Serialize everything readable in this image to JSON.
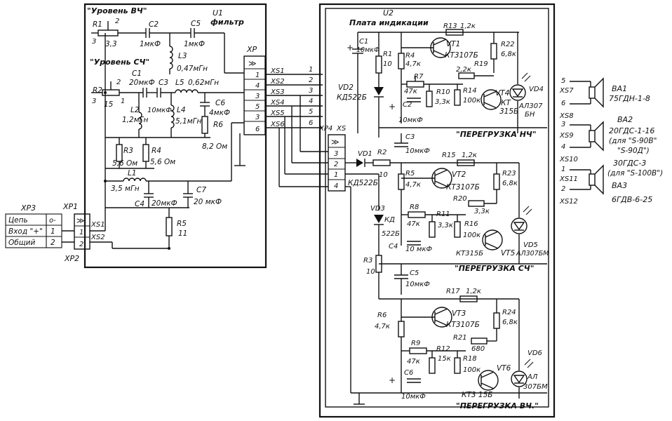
{
  "colors": {
    "ink": "#111111",
    "paper": "#ffffff"
  },
  "u1": {
    "ref": "U1",
    "name": "фильтр",
    "level_hf": "\"Уровень ВЧ\"",
    "level_mf": "\"Уровень СЧ\""
  },
  "u2": {
    "ref": "U2",
    "name": "Плата индикации"
  },
  "overload": {
    "lf": "\"ПЕРЕГРУЗКА НЧ\"",
    "mf": "\"ПЕРЕГРУЗКА СЧ\"",
    "hf": "\"ПЕРЕГРУЗКА ВЧ.\""
  },
  "connectors": {
    "xp3": "XP3",
    "xp1": "XP1",
    "xp2": "XP2",
    "xs1a": "XS1",
    "xs2a": "XS2",
    "xp": "XP",
    "xp4": "XP4",
    "xs": "XS",
    "xs_list": [
      "XS1",
      "XS2",
      "XS3",
      "XS4",
      "XS5",
      "XS6"
    ],
    "xp_pins": [
      "1",
      "4",
      "3",
      "5",
      "3",
      "6"
    ],
    "xs_out": [
      "1",
      "2",
      "3",
      "4",
      "5",
      "6"
    ],
    "xp4_pins": [
      "3",
      "2",
      "1",
      "4"
    ],
    "spk_sockets": [
      "XS7",
      "XS8",
      "XS9",
      "XS10",
      "XS11",
      "XS12"
    ],
    "spk_pins": [
      "5",
      "6",
      "3",
      "4",
      "1",
      "2"
    ]
  },
  "input_table": [
    {
      "label": "Цепь",
      "pin": "о-"
    },
    {
      "label": "Вход \"+\"",
      "pin": "1"
    },
    {
      "label": "Общий",
      "pin": "2"
    }
  ],
  "filter_parts": {
    "r1": "R1",
    "r1v": "3,3",
    "c2": "C2",
    "c2v": "1мкФ",
    "c5": "C5",
    "c5v": "1мкФ",
    "l3": "L3",
    "l3v": "0,47мГн",
    "c1": "C1",
    "c1v": "20мкФ",
    "r2": "R2",
    "r2v": "15",
    "c3": "C3",
    "l5": "L5",
    "l5v": "0,62мГн",
    "c6": "C6",
    "c6v": "4мкФ",
    "l2": "L2",
    "l2v": "1,2мГн",
    "c3v": "10мкФ",
    "l4": "L4",
    "l4v": "5,1мГн",
    "r6": "R6",
    "r6v": "8,2 Ом",
    "r3": "R3",
    "r3v": "5,6 Ом",
    "r4": "R4",
    "r4v": "5,6 Ом",
    "l1": "L1",
    "l1v": "3,5 мГн",
    "c4": "C4",
    "c4v": "20мкФ",
    "c7": "C7",
    "c7v": "20 мкФ",
    "r5": "R5",
    "r5v": "11",
    "pin2": "2",
    "pin3": "3",
    "pin1": "1"
  },
  "indicator_parts": {
    "c1": "C1",
    "c1v": "10мкФ",
    "r1": "R1",
    "r1v": "10",
    "vd2": "VD2",
    "vd2v": "КД522Б",
    "r4": "R4",
    "r4v": "4,7к",
    "r7": "R7",
    "r7v": "47к",
    "c2": "C2",
    "c2v": "10мкФ",
    "r10": "R10",
    "r10v": "3,3к",
    "r14": "R14",
    "r14v": "100к",
    "r13": "R13",
    "r13v": "1,2к",
    "vt1": "VT1",
    "vt1v": "КТ3107Б",
    "r22": "R22",
    "r22v": "6,8к",
    "r19": "R19",
    "r19v": "2,2к",
    "vt4": "VT4",
    "vt4a": "КТ",
    "vt4b": "315Б",
    "vd4": "VD4",
    "vd4a": "АЛ307",
    "vd4b": "БН",
    "c3": "C3",
    "c3v": "10мкФ",
    "vd1": "VD1",
    "r2": "R2",
    "r2v": "10",
    "vd1v": "КД522Б",
    "r15": "R15",
    "r15v": "1,2к",
    "vt2": "VT2",
    "vt2v": "КТ3107Б",
    "r23": "R23",
    "r23v": "6,8к",
    "r5": "R5",
    "r5v": "4,7к",
    "r20": "R20",
    "r20v": "3,3к",
    "vd3": "VD3",
    "vd3a": "КД",
    "vd3b": "522Б",
    "r8": "R8",
    "r8v": "47к",
    "r11": "R11",
    "r11v": "3,3к",
    "r16": "R16",
    "r16v": "100к",
    "vd5": "VD5",
    "vd5v": "АЛ307БМ",
    "vt5": "VT5",
    "vt5v": "КТ315Б",
    "c4": "C4",
    "c4v": "10 мкФ",
    "r3": "R3",
    "r3v": "10",
    "c5": "C5",
    "c5v": "10мкФ",
    "r17": "R17",
    "r17v": "1,2к",
    "vt3": "VT3",
    "vt3v": "КТ3107Б",
    "r24": "R24",
    "r24v": "6,8к",
    "r6": "R6",
    "r6v": "4,7к",
    "r21": "R21",
    "r21v": "680",
    "r9": "R9",
    "r9v": "47к",
    "r12": "R12",
    "r12v": "15к",
    "r18": "R18",
    "r18v": "100к",
    "vt6": "VT6",
    "vt6v": "КТ3 15Б",
    "vd6": "VD6",
    "vd6a": "АЛ",
    "vd6b": "307БМ",
    "c6": "C6",
    "c6v": "10мкФ"
  },
  "speakers": [
    {
      "ref": "ВА1",
      "model": "75ГДН-1-8",
      "note": ""
    },
    {
      "ref": "ВА2",
      "model": "20ГДС-1-16",
      "note": "(для \"S-90В\"",
      "note2": "\"S-90Д\")"
    },
    {
      "ref": "ВА3",
      "model": "6ГДВ-6-25",
      "alt": "30ГДС-3",
      "note": "(для \"S-100В\")"
    }
  ]
}
